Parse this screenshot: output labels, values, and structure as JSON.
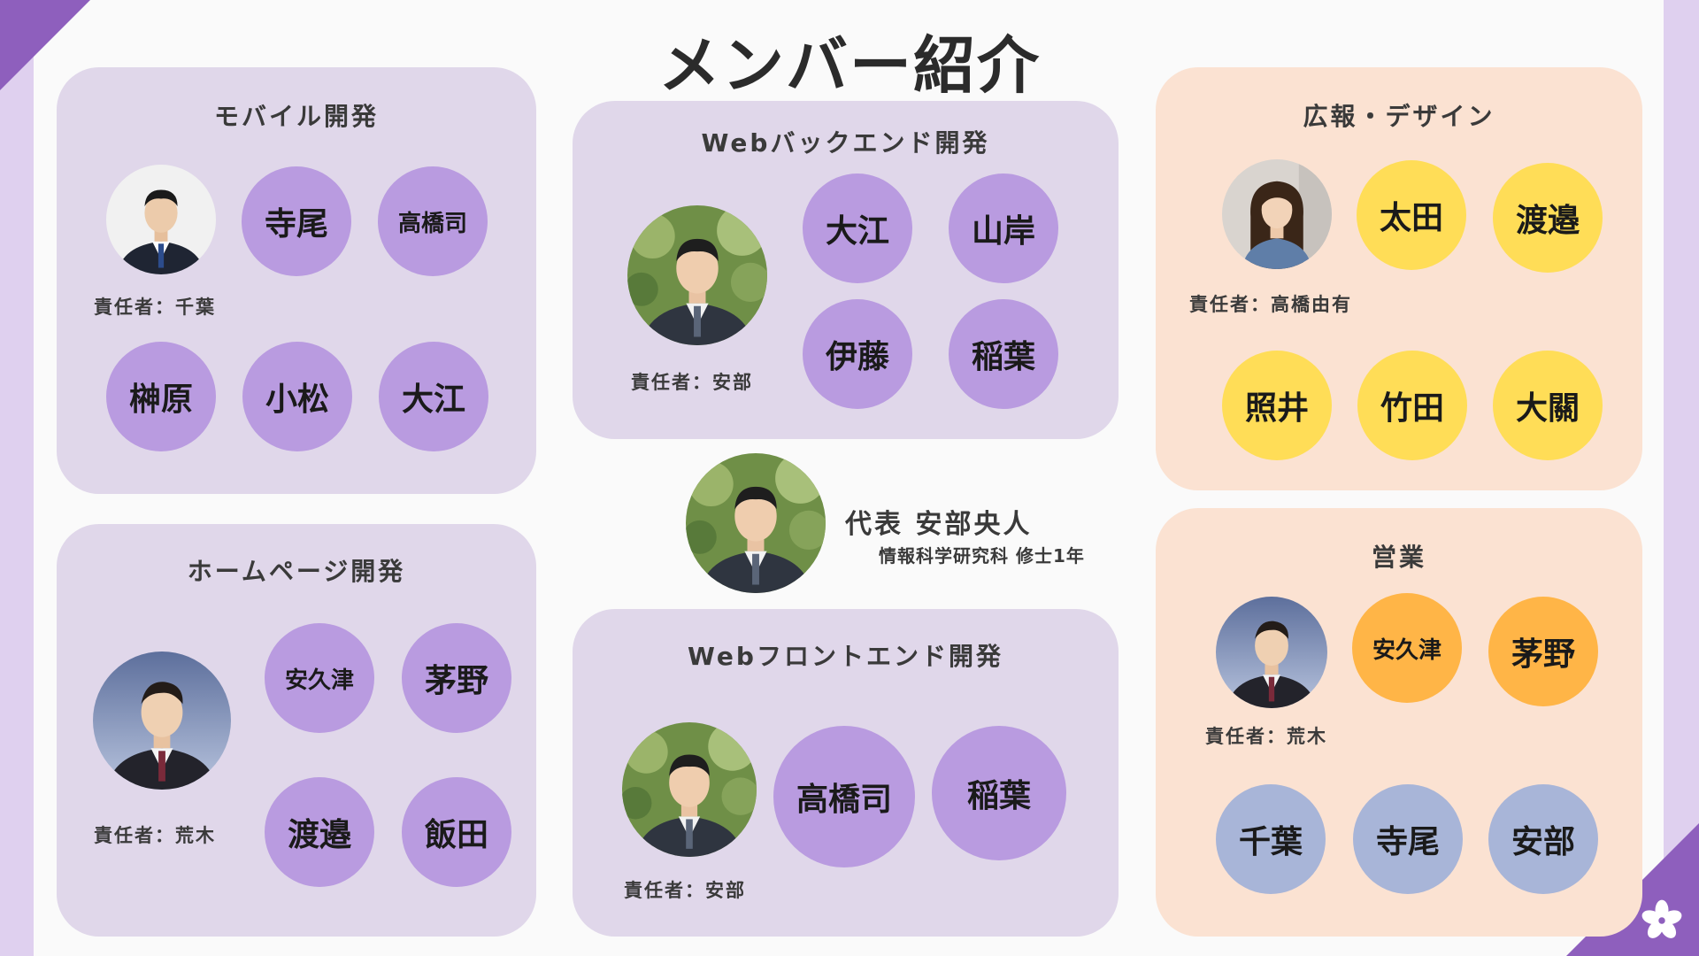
{
  "title": "メンバー紹介",
  "representative": {
    "name": "代表 安部央人",
    "affiliation": "情報科学研究科 修士1年"
  },
  "teams": {
    "mobile": {
      "title": "モバイル開発",
      "lead": "責任者：千葉",
      "members": [
        "寺尾",
        "高橋司",
        "榊原",
        "小松",
        "大江"
      ]
    },
    "web_backend": {
      "title": "Webバックエンド開発",
      "lead": "責任者：安部",
      "members": [
        "大江",
        "山岸",
        "伊藤",
        "稲葉"
      ]
    },
    "homepage": {
      "title": "ホームページ開発",
      "lead": "責任者：荒木",
      "members": [
        "安久津",
        "茅野",
        "渡邉",
        "飯田"
      ]
    },
    "web_frontend": {
      "title": "Webフロントエンド開発",
      "lead": "責任者：安部",
      "members": [
        "高橋司",
        "稲葉"
      ]
    },
    "pr_design": {
      "title": "広報・デザイン",
      "lead": "責任者：高橋由有",
      "members": [
        "太田",
        "渡邉",
        "照井",
        "竹田",
        "大關"
      ]
    },
    "sales": {
      "title": "営業",
      "lead": "責任者：荒木",
      "members": [
        "安久津",
        "茅野",
        "千葉",
        "寺尾",
        "安部"
      ]
    }
  },
  "colors": {
    "accent": "#8e5fbd",
    "team_panel_purple": "#e0d7ea",
    "team_panel_peach": "#fbe2d2",
    "member_purple": "#b99be0",
    "member_yellow": "#ffdd57",
    "member_orange": "#ffb547",
    "member_blue": "#a8b5d8"
  }
}
